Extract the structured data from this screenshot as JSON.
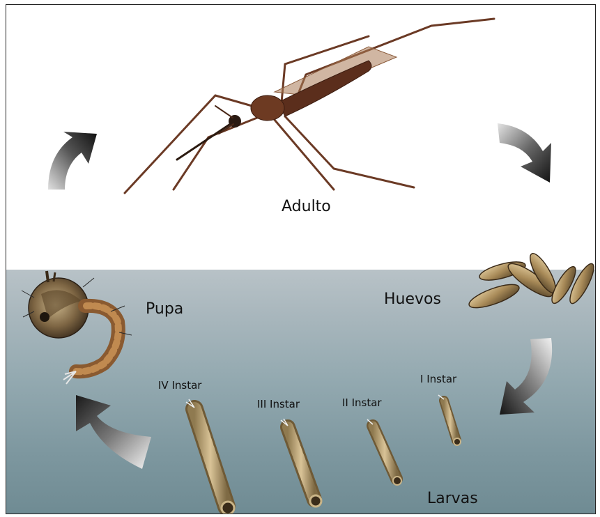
{
  "labels": {
    "adult": "Adulto",
    "eggs": "Huevos",
    "pupa": "Pupa",
    "larvae": "Larvas",
    "instar_4": "IV Instar",
    "instar_3": "III Instar",
    "instar_2": "II Instar",
    "instar_1": "I Instar"
  },
  "colors": {
    "water_top": "#b8c2c7",
    "water_bottom": "#6f8b93",
    "arrow_dark": "#222222",
    "arrow_light": "#d8d8d8",
    "mosquito": "#6b3a25",
    "larva": "#b59a68"
  },
  "icons": [
    "mosquito-icon",
    "egg-cluster-icon",
    "pupa-icon",
    "larva-icon",
    "cycle-arrow-icon"
  ]
}
